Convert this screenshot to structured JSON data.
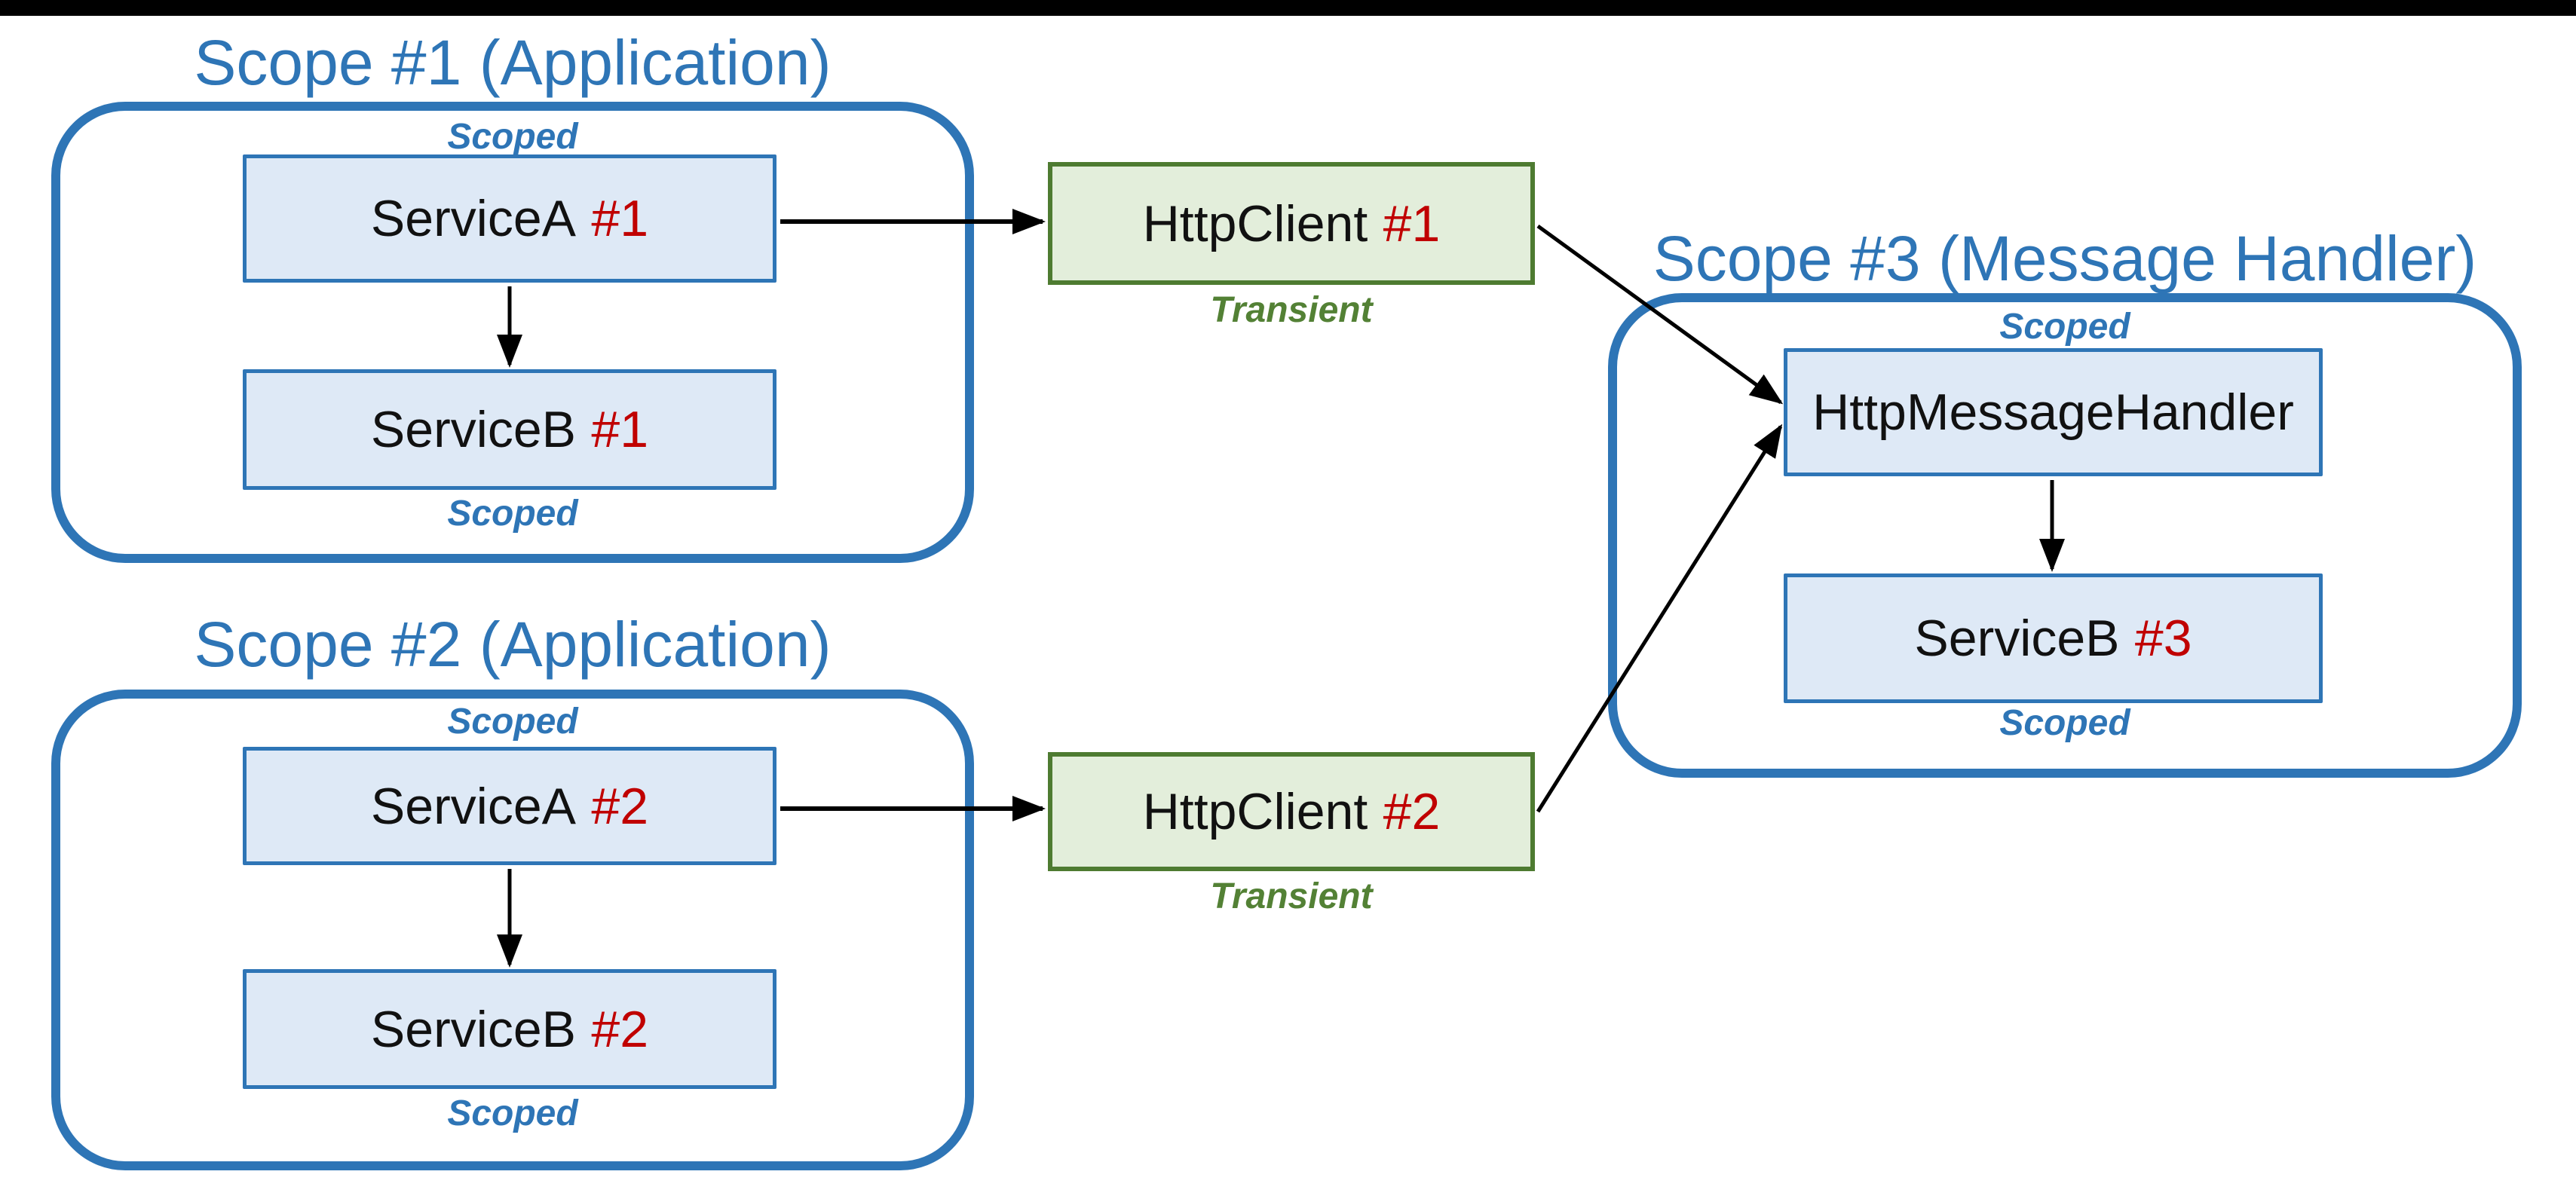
{
  "page": {
    "description": "Dependency injection scope diagram showing HttpClient message handler lifetimes",
    "background_color": "#ffffff",
    "top_bar_color": "#000000"
  },
  "colors": {
    "accent_blue": "#2E75B6",
    "service_box_fill": "#DEE9F6",
    "service_box_border": "#2E75B6",
    "client_box_fill": "#E3EEDB",
    "client_box_border": "#4E7B31",
    "transient_text_green": "#538135",
    "instance_number_red": "#C00000",
    "node_text_black": "#111111",
    "arrow_black": "#000000"
  },
  "scopes": [
    {
      "title": "Scope #1 (Application)",
      "scoped_top": "Scoped",
      "scoped_bottom": "Scoped",
      "boxes": [
        {
          "name": "ServiceA",
          "instance": "#1"
        },
        {
          "name": "ServiceB",
          "instance": "#1"
        }
      ]
    },
    {
      "title": "Scope #2 (Application)",
      "scoped_top": "Scoped",
      "scoped_bottom": "Scoped",
      "boxes": [
        {
          "name": "ServiceA",
          "instance": "#2"
        },
        {
          "name": "ServiceB",
          "instance": "#2"
        }
      ]
    },
    {
      "title": "Scope #3 (Message Handler)",
      "scoped_top": "Scoped",
      "scoped_bottom": "Scoped",
      "boxes": [
        {
          "name": "HttpMessageHandler",
          "instance": ""
        },
        {
          "name": "ServiceB",
          "instance": "#3"
        }
      ]
    }
  ],
  "clients": [
    {
      "name": "HttpClient",
      "instance": "#1",
      "lifetime_label": "Transient"
    },
    {
      "name": "HttpClient",
      "instance": "#2",
      "lifetime_label": "Transient"
    }
  ],
  "connectors": [
    {
      "from": "ServiceA #1",
      "to": "ServiceB #1"
    },
    {
      "from": "ServiceA #1",
      "to": "HttpClient #1"
    },
    {
      "from": "ServiceA #2",
      "to": "ServiceB #2"
    },
    {
      "from": "ServiceA #2",
      "to": "HttpClient #2"
    },
    {
      "from": "HttpClient #1",
      "to": "HttpMessageHandler"
    },
    {
      "from": "HttpClient #2",
      "to": "HttpMessageHandler"
    },
    {
      "from": "HttpMessageHandler",
      "to": "ServiceB #3"
    }
  ]
}
